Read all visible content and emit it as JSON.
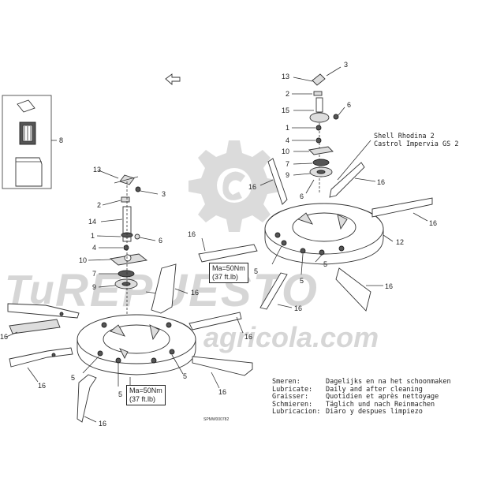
{
  "parts": {
    "p1": "1",
    "p2": "2",
    "p3": "3",
    "p4": "4",
    "p5": "5",
    "p6": "6",
    "p7": "7",
    "p8": "8",
    "p9": "9",
    "p10": "10",
    "p12": "12",
    "p13": "13",
    "p14": "14",
    "p15": "15",
    "p16": "16"
  },
  "torque_left": "Ma=50Nm\n(37 ft.lb)",
  "torque_right": "Ma=50Nm\n(37 ft.lb)",
  "grease": "Shell Rhodina 2\nCastrol Impervia GS 2",
  "lubrication": [
    {
      "lang": "Smeren:",
      "text": "Dagelijks en na het schoonmaken"
    },
    {
      "lang": "Lubricate:",
      "text": "Daily and after cleaning"
    },
    {
      "lang": "Graisser:",
      "text": "Quotidien et après nettoyage"
    },
    {
      "lang": "Schmieren:",
      "text": "Täglich und nach Reinmachen"
    },
    {
      "lang": "Lubricacion:",
      "text": "Diaro y despues limpiezo"
    }
  ],
  "drawing_code": "SPMW000782",
  "watermark": {
    "brand_prefix": "Tu",
    "brand": "REPUESTO",
    "domain": "agricola.com",
    "color": "#c9c9c9"
  }
}
